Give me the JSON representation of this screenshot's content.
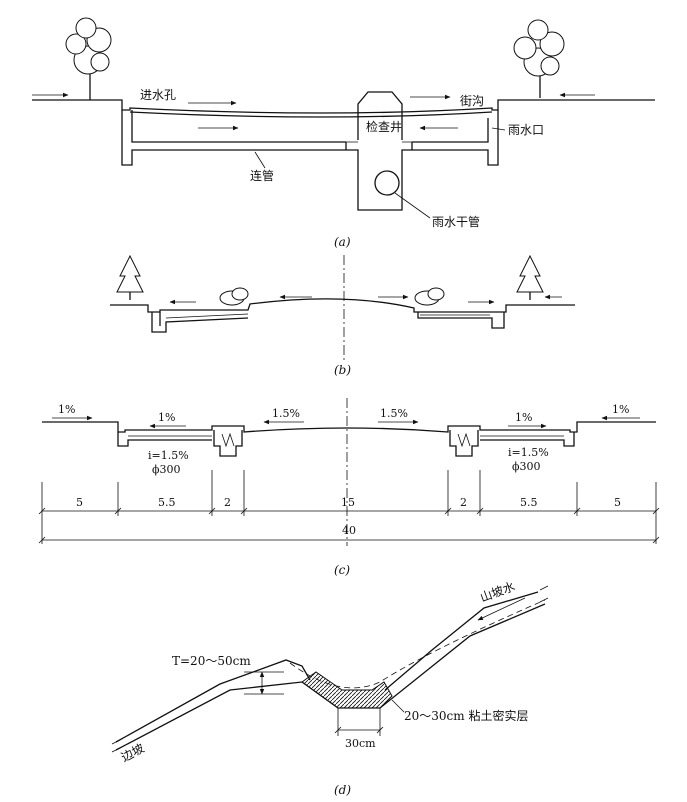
{
  "panel_a": {
    "labels": {
      "inlet": "进水孔",
      "gutter": "街沟",
      "manhole": "检查井",
      "rain_inlet": "雨水口",
      "connector": "连管",
      "trunk": "雨水干管"
    },
    "caption": "(a)"
  },
  "panel_b": {
    "caption": "(b)"
  },
  "panel_c": {
    "slopes": {
      "outer_left": "1%",
      "sidewalk_left": "1%",
      "road_left": "1.5%",
      "road_right": "1.5%",
      "sidewalk_right": "1%",
      "outer_right": "1%"
    },
    "pipe_left": {
      "slope": "i=1.5%",
      "diameter": "ϕ300"
    },
    "pipe_right": {
      "slope": "i=1.5%",
      "diameter": "ϕ300"
    },
    "dimensions": [
      "5",
      "5.5",
      "2",
      "15",
      "2",
      "5.5",
      "5"
    ],
    "total": "40",
    "caption": "(c)"
  },
  "panel_d": {
    "labels": {
      "hill_water": "山坡水",
      "thickness": "T=20～50cm",
      "clay_layer": "20～30cm 粘土密实层",
      "ditch_width": "30cm",
      "side_slope": "边坡"
    },
    "caption": "(d)"
  }
}
